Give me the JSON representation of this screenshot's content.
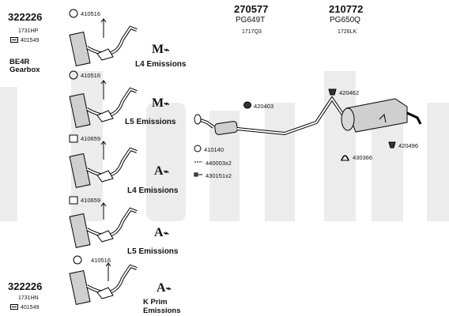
{
  "left_top": {
    "part": "322226",
    "sub": "1731HP",
    "ref": "401549"
  },
  "left_bottom": {
    "part": "322226",
    "sub": "1731HN",
    "ref": "401549"
  },
  "gearbox": {
    "line1": "BE4R",
    "line2": "Gearbox"
  },
  "rows": [
    {
      "ref": "410516",
      "label": "L4 Emissions",
      "badge": "M"
    },
    {
      "ref": "410516",
      "label": "L5 Emissions",
      "badge": "M"
    },
    {
      "ref": "410659",
      "label": "L4 Emissions",
      "badge": "A"
    },
    {
      "ref": "410659",
      "label": "L5 Emissions",
      "badge": "A"
    },
    {
      "ref": "410516",
      "label_line1": "K Prim",
      "label_line2": "Emissions",
      "badge": "A"
    }
  ],
  "top_right": [
    {
      "part": "270577",
      "sub1": "PG649T",
      "sub2": "1717Q3"
    },
    {
      "part": "210772",
      "sub1": "PG650Q",
      "sub2": "1726LK"
    }
  ],
  "callouts": {
    "r420403": "420403",
    "r420462": "420462",
    "r410140": "410140",
    "r440003": "440003x2",
    "r430151": "430151x2",
    "r430366": "430366",
    "r420496": "420496"
  },
  "watermark_text": "klarius"
}
